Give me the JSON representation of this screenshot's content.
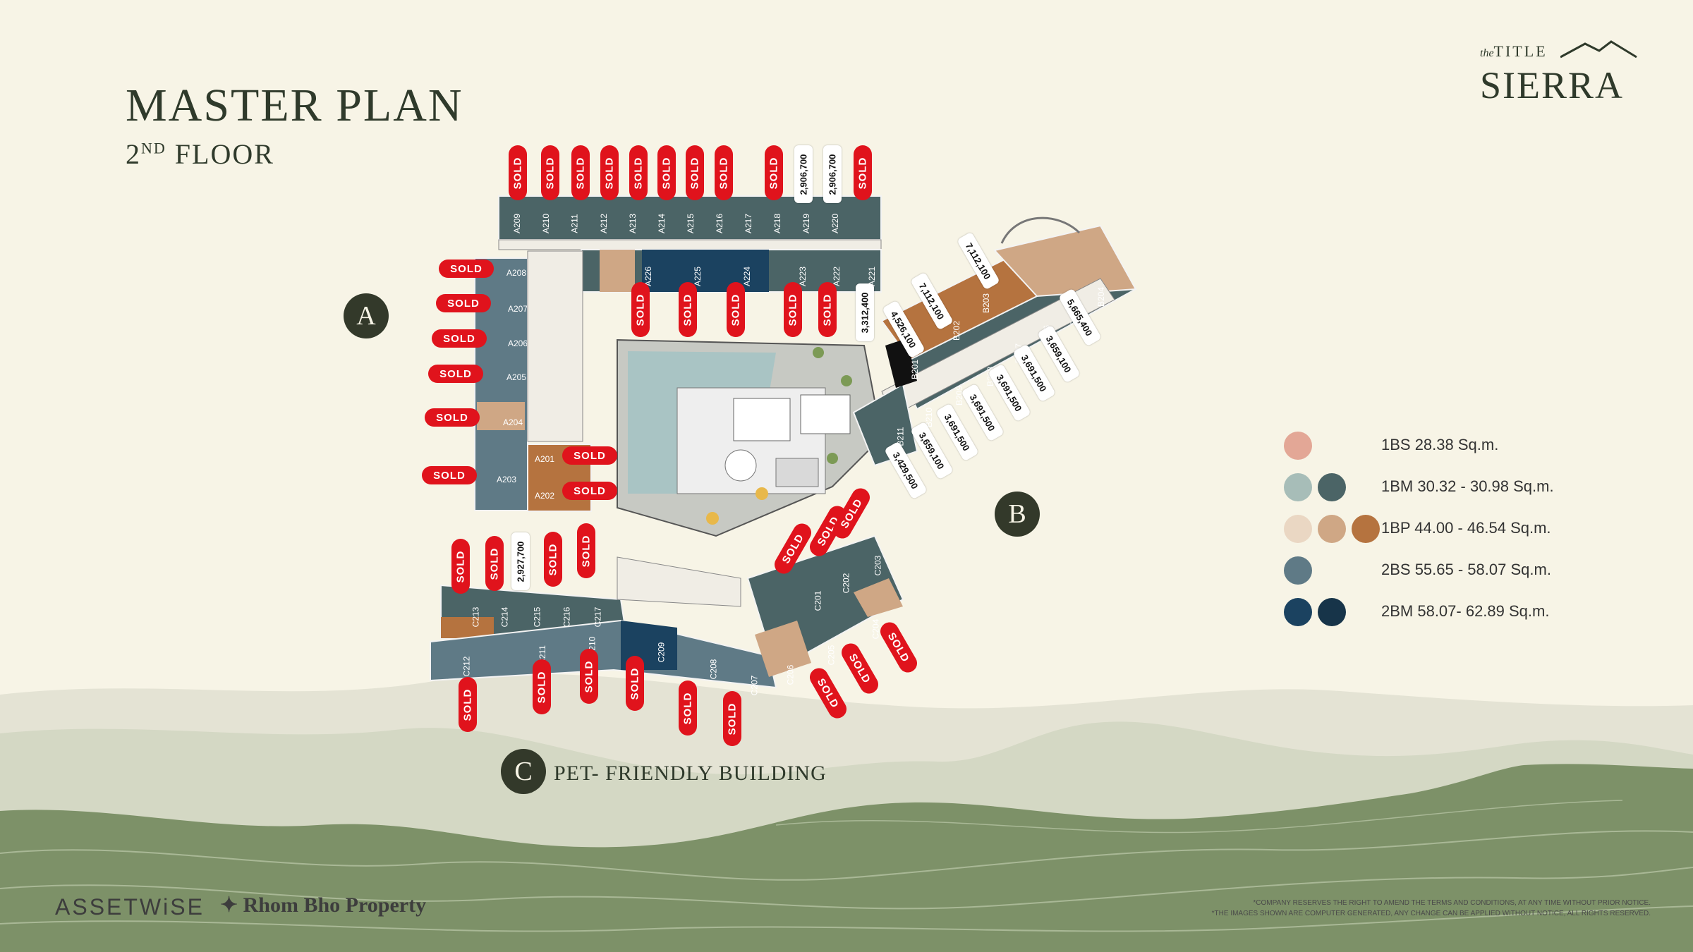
{
  "header": {
    "title": "MASTER PLAN",
    "floor_num": "2",
    "floor_suffix": "ND",
    "floor_word": "FLOOR"
  },
  "brand": {
    "pre_italic": "the",
    "pre": "TITLE",
    "name": "SIERRA"
  },
  "buildings": {
    "a": "A",
    "b": "B",
    "c": "C",
    "c_caption": "PET- FRIENDLY BUILDING"
  },
  "legend": [
    {
      "label": "1BS  28.38 Sq.m.",
      "colors": [
        "#e3a796"
      ]
    },
    {
      "label": "1BM  30.32 - 30.98 Sq.m.",
      "colors": [
        "#a7bdb8",
        "#4b6466"
      ]
    },
    {
      "label": "1BP  44.00 - 46.54 Sq.m.",
      "colors": [
        "#ead7c3",
        "#cfa785",
        "#b5733f"
      ]
    },
    {
      "label": "2BS  55.65 - 58.07 Sq.m.",
      "colors": [
        "#5f7a86"
      ]
    },
    {
      "label": "2BM  58.07- 62.89 Sq.m.",
      "colors": [
        "#1b4260",
        "#173449"
      ]
    }
  ],
  "sold_text": "SOLD",
  "units": {
    "a_top": [
      "A209",
      "A210",
      "A211",
      "A212",
      "A213",
      "A214",
      "A215",
      "A216",
      "A217",
      "A218",
      "A219",
      "A220"
    ],
    "a_inner": [
      "A226",
      "A225",
      "A224",
      "A223",
      "A222",
      "A221"
    ],
    "a_left": [
      "A208",
      "A207",
      "A206",
      "A205",
      "A204",
      "A203"
    ],
    "a_core": [
      "A201",
      "A202"
    ],
    "b": [
      "B201",
      "B202",
      "B203",
      "B204",
      "B205",
      "B206",
      "B207",
      "B208",
      "B209",
      "B210",
      "B211"
    ],
    "c_row": [
      "C213",
      "C214",
      "C215",
      "C216",
      "C217"
    ],
    "c_low": [
      "C212",
      "C211",
      "C210",
      "C209",
      "C208",
      "C207",
      "C206",
      "C205",
      "C204"
    ],
    "c_diag": [
      "C201",
      "C202",
      "C203"
    ]
  },
  "prices": {
    "a218": "2,906,700",
    "a219": "2,906,700",
    "a221": "3,312,400",
    "b201": "4,526,100",
    "b202": "7,112,100",
    "b203": "7,112,100",
    "b204": "5,665,400",
    "b205": "3,659,100",
    "b206": "3,691,500",
    "b207": "3,691,500",
    "b208": "3,691,500",
    "b209": "3,691,500",
    "b210": "3,659,100",
    "b211": "3,429,500",
    "c215": "2,927,700"
  },
  "footer": {
    "logo1": "ASSETWiSE",
    "logo2": "Rhom Bho Property",
    "disclaimer1": "*COMPANY RESERVES THE RIGHT TO AMEND THE TERMS AND CONDITIONS, AT ANY TIME WITHOUT PRIOR NOTICE.",
    "disclaimer2": "*THE IMAGES SHOWN ARE COMPUTER GENERATED, ANY CHANGE CAN BE APPLIED WITHOUT NOTICE, ALL RIGHTS RESERVED."
  },
  "colors": {
    "sold": "#e0131c",
    "background": "#f7f4e6",
    "hills": "#7d9168",
    "accent_dark": "#33392a"
  }
}
